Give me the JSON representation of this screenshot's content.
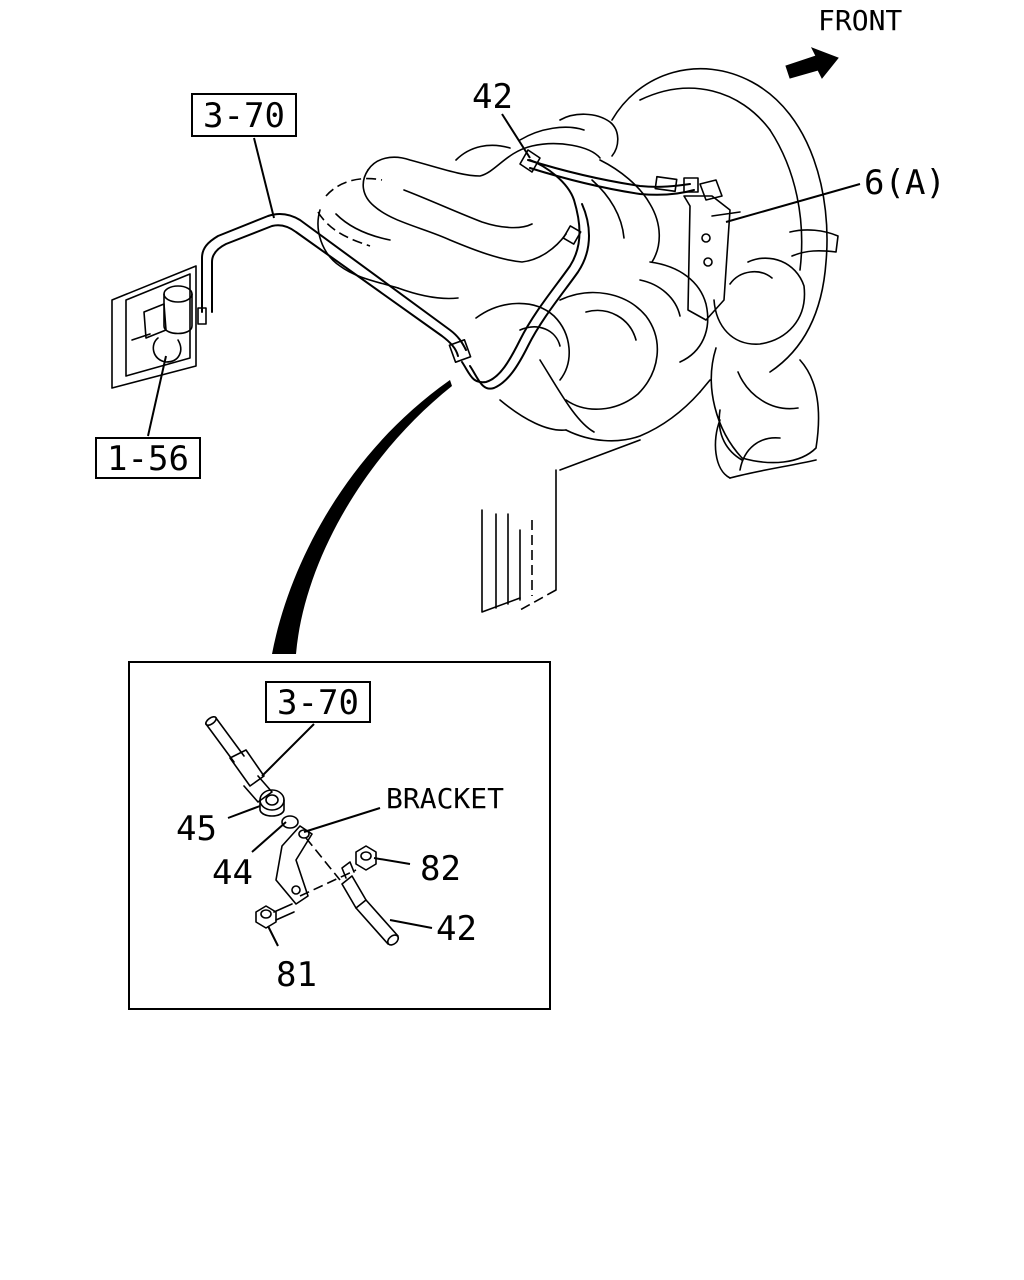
{
  "orientation": {
    "front_label": "FRONT",
    "arrow_icon": "front-direction-arrow-icon"
  },
  "references": {
    "top_ref": "3-70",
    "bottom_left_ref": "1-56",
    "inset_ref": "3-70"
  },
  "callouts": {
    "pipe_top": "42",
    "sensor": "6(A)",
    "inset_nut_45": "45",
    "inset_washer_44": "44",
    "inset_bracket": "BRACKET",
    "inset_nut_82": "82",
    "inset_pipe_42": "42",
    "inset_bolt_81": "81"
  }
}
